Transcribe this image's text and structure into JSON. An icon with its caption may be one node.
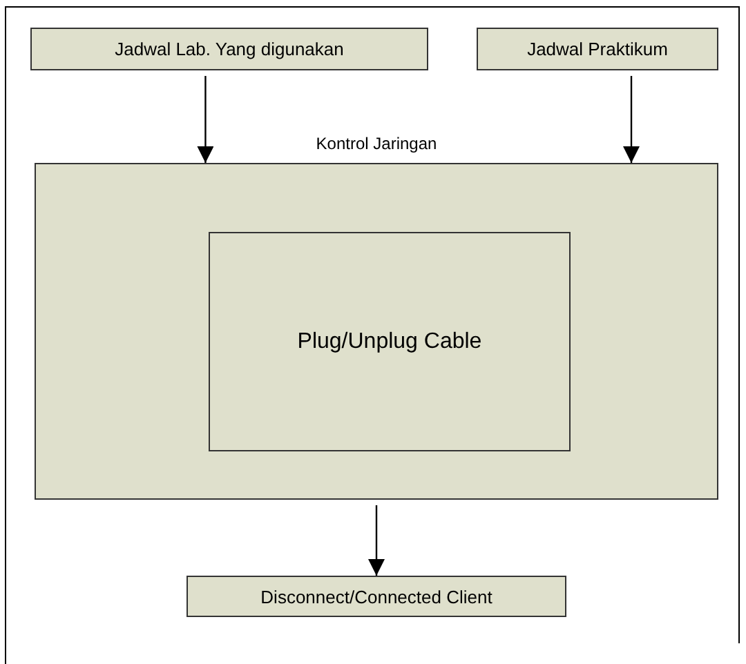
{
  "diagram": {
    "nodes": [
      {
        "text": [
          "Jadwal Lab. Yang digunakan"
        ]
      },
      {
        "text": [
          "Jadwal Praktikum"
        ]
      },
      {
        "text": [
          "Kontrol Jaringan"
        ]
      },
      {
        "text": [
          "Plug/Unplug Cable"
        ],
        "in": 2
      },
      {
        "text": [
          "Disconnect/Connected Client"
        ]
      }
    ],
    "edges": [
      {
        "from": 0,
        "to": 2,
        "arrow": "to"
      },
      {
        "from": 1,
        "to": 2,
        "arrow": "to"
      },
      {
        "from": 2,
        "to": 4,
        "arrow": "to"
      }
    ]
  }
}
